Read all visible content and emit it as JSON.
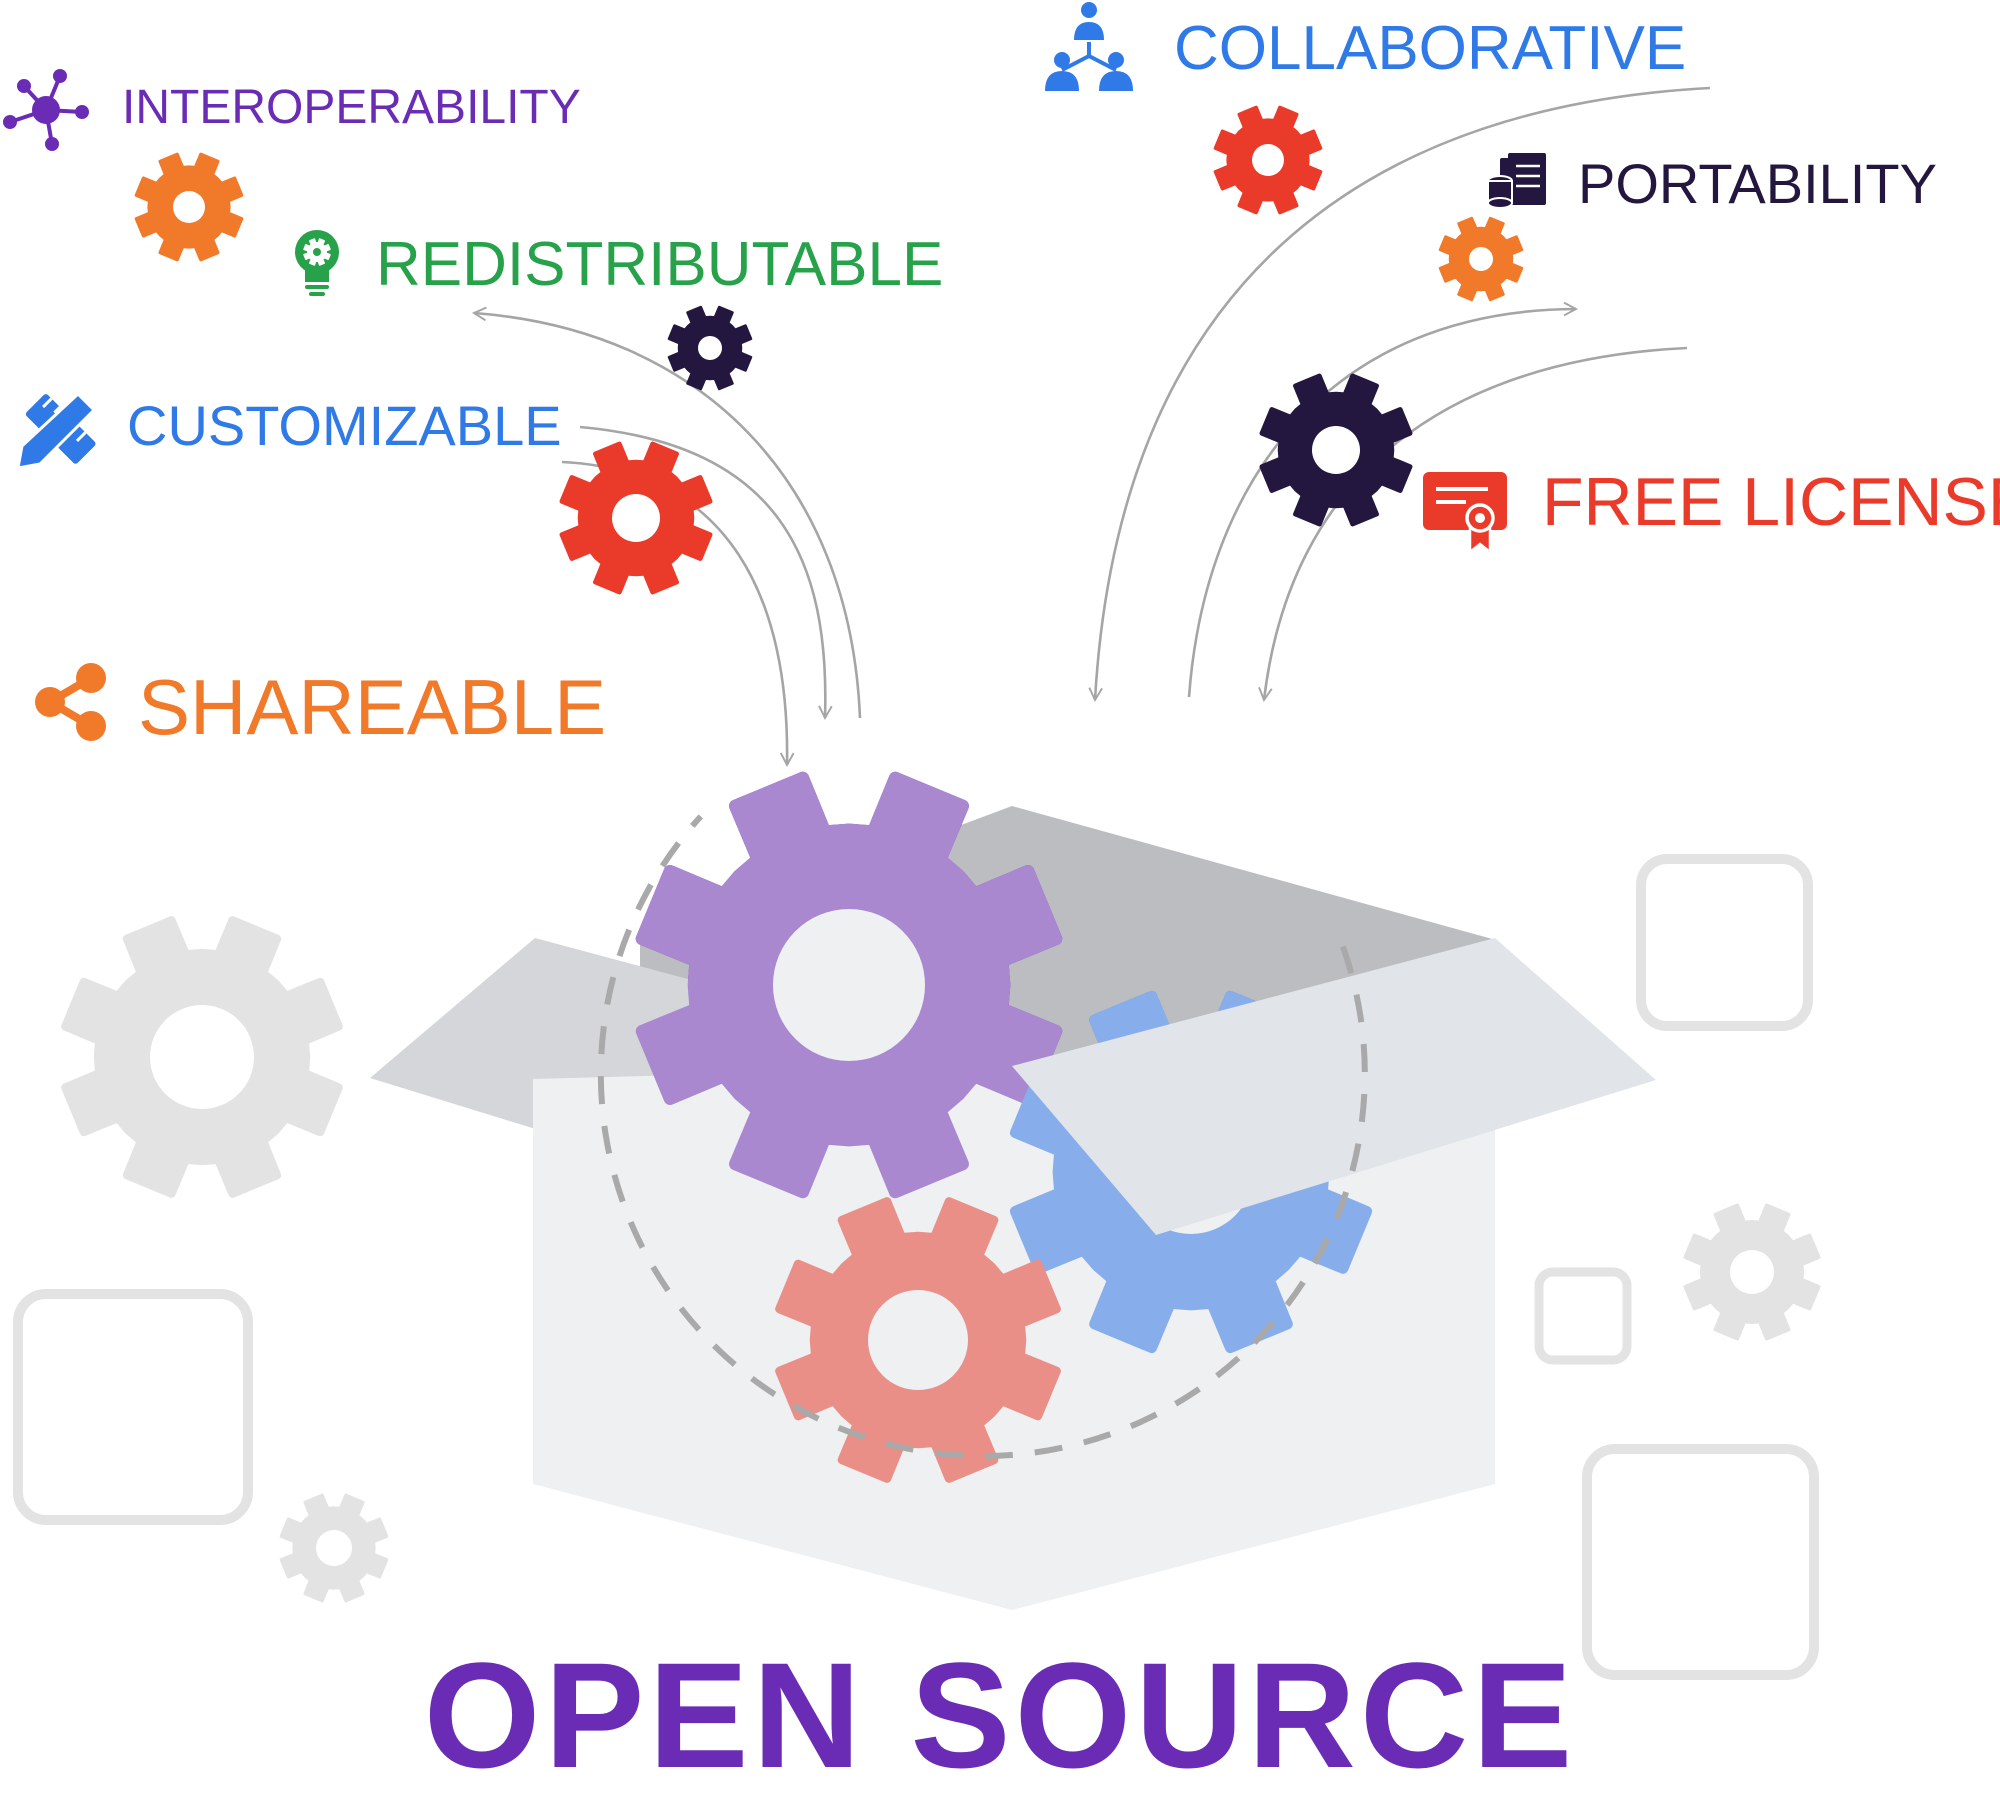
{
  "title": "OPEN SOURCE",
  "features": {
    "interoperability": "INTEROPERABILITY",
    "redistributable": "REDISTRIBUTABLE",
    "customizable": "CUSTOMIZABLE",
    "shareable": "SHAREABLE",
    "collaborative": "COLLABORATIVE",
    "portability": "PORTABILITY",
    "free_license": "FREE LICENSE"
  },
  "colors": {
    "purple": "#6a2cb5",
    "green": "#27a24a",
    "blue": "#2f7ae6",
    "orange": "#f07a2a",
    "red": "#ea3a2a",
    "navy": "#24173f",
    "light_gray": "#e3e3e3",
    "box_side": "#d4d6da",
    "box_inside": "#bcbdc1",
    "box_front": "#eef0f2",
    "arrow_gray": "#a5a5a5"
  },
  "icons": {
    "interoperability": "network-hub-icon",
    "redistributable": "lightbulb-gear-icon",
    "customizable": "pencil-ruler-icon",
    "shareable": "share-icon",
    "collaborative": "team-hierarchy-icon",
    "portability": "server-rack-icon",
    "free_license": "certificate-icon"
  }
}
